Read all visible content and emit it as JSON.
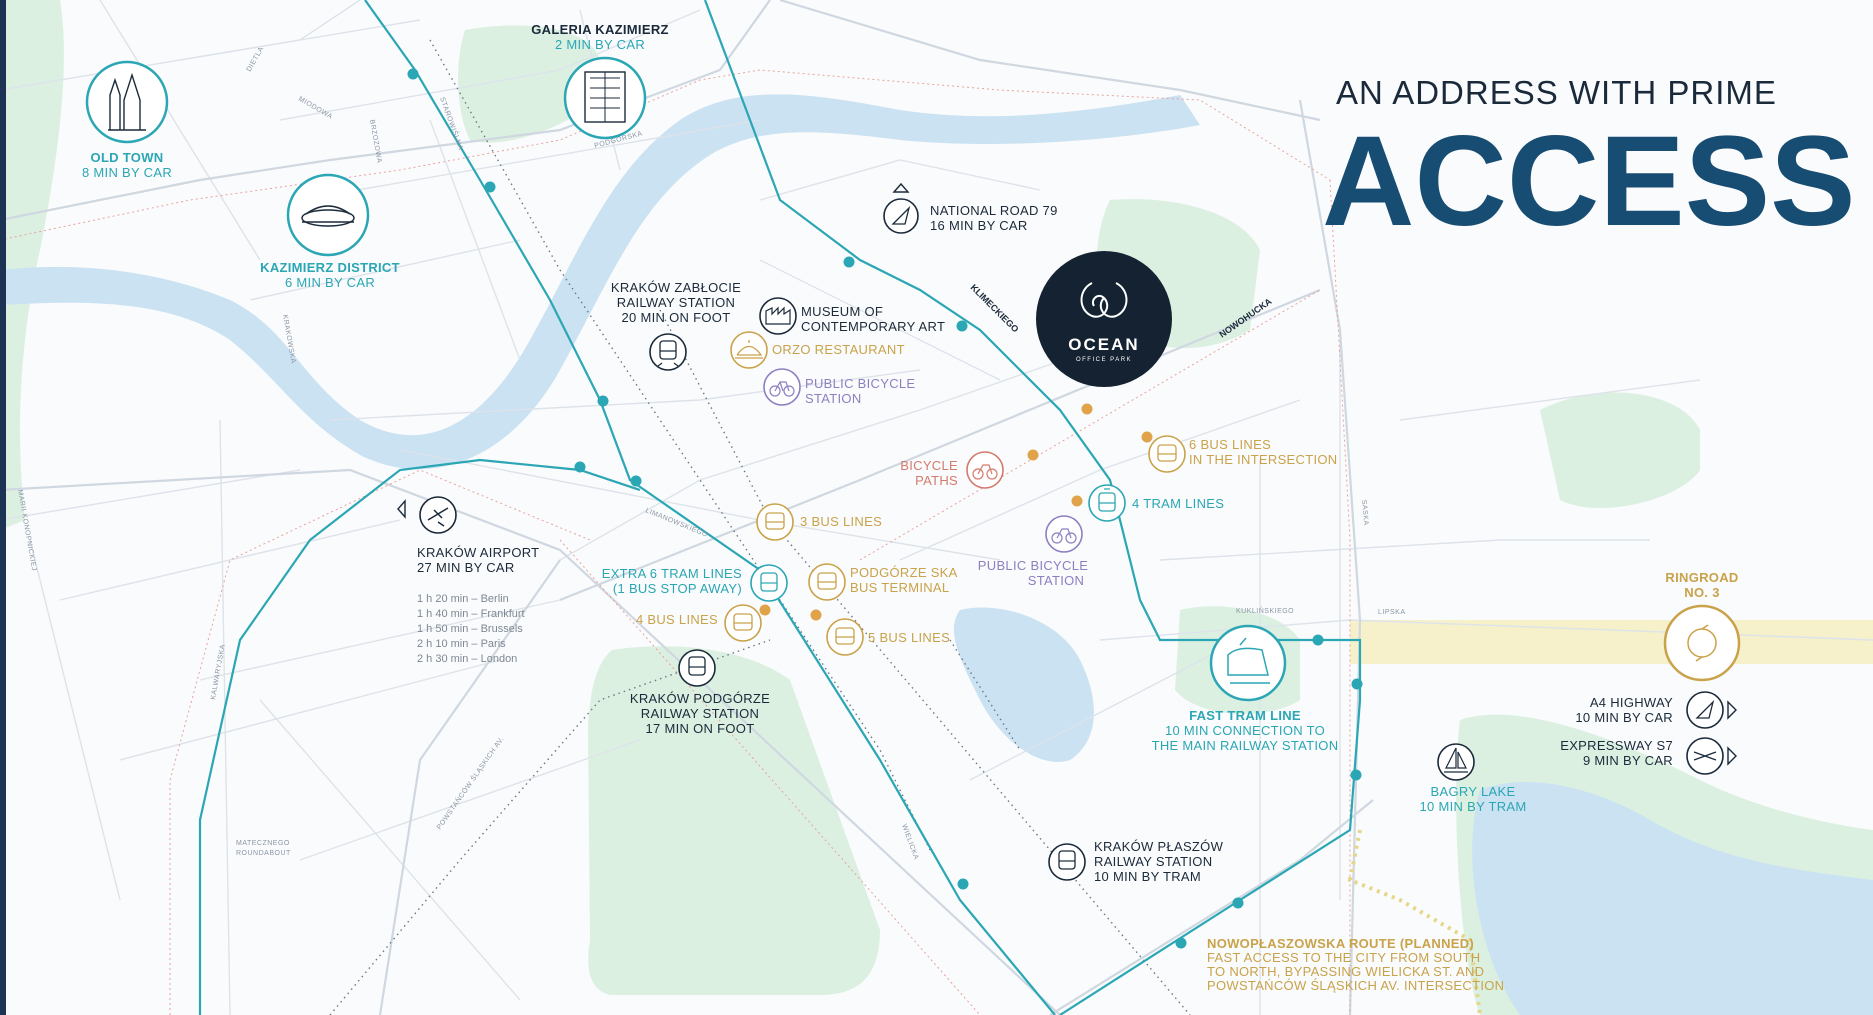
{
  "heading": {
    "line1": "AN ADDRESS WITH PRIME",
    "line2": "ACCESS"
  },
  "colors": {
    "teal": "#2aa6b4",
    "navy": "#1b2a3a",
    "gold": "#c9a24a",
    "purple": "#8d7fc2",
    "coral": "#d47a6e",
    "water": "#cbe2f2",
    "green": "#dcf0e2"
  },
  "logo": {
    "name": "OCEAN",
    "sub": "OFFICE PARK"
  },
  "landmarks": {
    "galeria": {
      "title": "GALERIA KAZIMIERZ",
      "sub": "2 MIN BY CAR"
    },
    "old_town": {
      "title": "OLD TOWN",
      "sub": "8 MIN BY CAR"
    },
    "kazimierz": {
      "title": "KAZIMIERZ DISTRICT",
      "sub": "6 MIN BY CAR"
    },
    "national_road": {
      "title": "NATIONAL ROAD 79",
      "sub": "16 MIN BY CAR"
    },
    "zablocie": {
      "line1": "KRAKÓW ZABŁOCIE",
      "line2": "RAILWAY STATION",
      "line3": "20 MIN ON FOOT"
    },
    "museum": {
      "line1": "MUSEUM OF",
      "line2": "CONTEMPORARY ART"
    },
    "orzo": {
      "title": "ORZO RESTAURANT"
    },
    "public_bicycle_1": {
      "line1": "PUBLIC BICYCLE",
      "line2": "STATION"
    },
    "bicycle_paths": {
      "line1": "BICYCLE",
      "line2": "PATHS"
    },
    "bus_6": {
      "line1": "6 BUS LINES",
      "line2": "IN THE INTERSECTION"
    },
    "tram_4": {
      "title": "4 TRAM LINES"
    },
    "bus_3": {
      "title": "3 BUS LINES"
    },
    "public_bicycle_2": {
      "line1": "PUBLIC BICYCLE",
      "line2": "STATION"
    },
    "airport": {
      "title": "KRAKÓW AIRPORT",
      "sub": "27 MIN BY CAR",
      "flights": [
        "1 h 20 min – Berlin",
        "1 h 40 min – Frankfurt",
        "1 h 50 min – Brussels",
        "2 h 10 min – Paris",
        "2 h 30 min – London"
      ]
    },
    "extra_tram": {
      "line1": "EXTRA 6 TRAM LINES",
      "line2": "(1 BUS STOP AWAY)"
    },
    "podgorze_bus": {
      "line1": "PODGÓRZE SKA",
      "line2": "BUS TERMINAL"
    },
    "bus_4": {
      "title": "4 BUS LINES"
    },
    "bus_5": {
      "title": "5 BUS LINES"
    },
    "podgorze_station": {
      "line1": "KRAKÓW PODGÓRZE",
      "line2": "RAILWAY STATION",
      "line3": "17 MIN ON FOOT"
    },
    "fast_tram": {
      "title": "FAST TRAM LINE",
      "line2": "10 MIN CONNECTION TO",
      "line3": "THE MAIN RAILWAY STATION"
    },
    "ringroad": {
      "line1": "RINGROAD",
      "line2": "NO. 3"
    },
    "a4": {
      "title": "A4 HIGHWAY",
      "sub": "10 MIN BY CAR"
    },
    "s7": {
      "title": "EXPRESSWAY S7",
      "sub": "9 MIN BY CAR"
    },
    "bagry": {
      "title": "BAGRY LAKE",
      "sub": "10 MIN BY TRAM"
    },
    "plaszow": {
      "line1": "KRAKÓW PŁASZÓW",
      "line2": "RAILWAY STATION",
      "line3": "10 MIN BY TRAM"
    },
    "nowoplaszowska": {
      "title": "NOWOPŁASZOWSKA ROUTE (PLANNED)",
      "line2": "FAST ACCESS TO THE CITY FROM SOUTH",
      "line3": "TO NORTH, BYPASSING WIELICKA ST. AND",
      "line4": "POWSTAŃCÓW ŚLĄSKICH AV. INTERSECTION"
    }
  },
  "streets": {
    "klimeckiego": "KLIMECKIEGO",
    "nowohucka": "NOWOHUCKA",
    "dietla": "DIETLA",
    "miodowa": "MIODOWA",
    "starowislna": "STAROWIŚLNA",
    "brzozowa": "BRZOZOWA",
    "podgorska": "PODGÓRSKA",
    "krakowska": "KRAKOWSKA",
    "limanowskiego": "LIMANOWSKIEGO",
    "kalwaryjska": "KALWARYJSKA",
    "powstancow": "POWSTAŃCÓW ŚLĄSKICH AV.",
    "wielicka": "WIELICKA",
    "mateczne1": "MATECZNEGO",
    "mateczne2": "ROUNDABOUT",
    "lipska": "LIPSKA",
    "saska": "SASKA",
    "kuklinskiego": "KUKLIŃSKIEGO",
    "monte": "MARII KONOPNICKIEJ"
  }
}
